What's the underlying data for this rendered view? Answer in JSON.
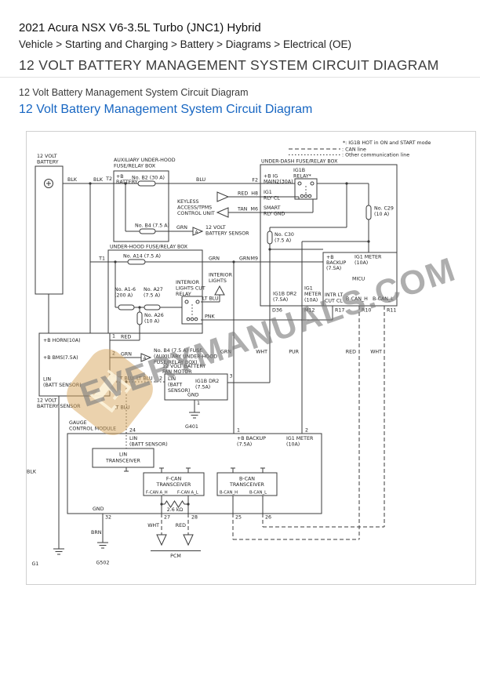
{
  "header": {
    "title": "2021 Acura NSX V6-3.5L Turbo (JNC1) Hybrid",
    "breadcrumb": "Vehicle > Starting and Charging > Battery > Diagrams > Electrical (OE)",
    "heading": "12 VOLT BATTERY MANAGEMENT SYSTEM CIRCUIT DIAGRAM",
    "subtitle": "12 Volt Battery Management System Circuit Diagram",
    "section_link": "12 Volt Battery Management System Circuit Diagram"
  },
  "legend": {
    "note": "*: IG1B HOT in ON and START mode",
    "can": ": CAN line",
    "other": ": Other communication line"
  },
  "watermark": {
    "text": "EVERYMANUALS.COM",
    "logo_letter": "E"
  },
  "labels": {
    "batt_l1": "12 VOLT",
    "batt_l2": "BATTERY",
    "blk": "BLK",
    "t2": "T2",
    "t1": "T1",
    "aux_l1": "AUXILIARY UNDER-HOOD",
    "aux_l2": "FUSE/RELAY BOX",
    "plus_b": "+B",
    "battery": "BATTERY",
    "b2": "No. B2 (30 A)",
    "b4": "No. B4 (7.5 A)",
    "blu": "BLU",
    "grn": "GRN",
    "red": "RED",
    "tan": "TAN",
    "wht": "WHT",
    "pur": "PUR",
    "pnk": "PNK",
    "lt_blu": "LT BLU",
    "brn": "BRN",
    "keyless_l1": "KEYLESS",
    "keyless_l2": "ACCESS/TPMS",
    "keyless_l3": "CONTROL UNIT",
    "conn_a": "A",
    "sens_ref_l1": "12 VOLT",
    "sens_ref_l2": "BATTERY SENSOR",
    "udash": "UNDER-DASH FUSE/RELAY BOX",
    "f2": "F2",
    "h8": "H8",
    "m6": "M6",
    "m9": "M9",
    "big_l1": "+B IG",
    "big_l2": "MAIN2(30A)",
    "rlycl_l1": "IG1",
    "rlycl_l2": "RLY CL",
    "smart_l1": "SMART",
    "smart_l2": "RLY GND",
    "relay_l1": "IG1B",
    "relay_l2": "RELAY*",
    "c29_l1": "No. C29",
    "c29_l2": "(10 A)",
    "c30_l1": "No. C30",
    "c30_l2": "(7.5 A)",
    "uhood": "UNDER-HOOD FUSE/RELAY BOX",
    "a14": "No. A14 (7.5 A)",
    "a16_l1": "No. A1-6",
    "a16_l2": "(200 A)",
    "a27_l1": "No. A27",
    "a27_l2": "(7.5 A)",
    "a26_l1": "No. A26",
    "a26_l2": "(10 A)",
    "ilights_l1": "INTERIOR",
    "ilights_l2": "LIGHTS",
    "ilcr_l1": "INTERIOR",
    "ilcr_l2": "LIGHTS CUT",
    "ilcr_l3": "RELAY",
    "bbackup_l1": "+B",
    "bbackup_l2": "BACKUP",
    "bbackup_l3": "(7.5A)",
    "ig1meter_l1": "IG1 METER",
    "ig1meter_l2": "(10A)",
    "micu": "MICU",
    "bcan_h": "B-CAN_H",
    "bcan_l": "B-CAN_L",
    "ig1bdr2_l1": "IG1B DR2",
    "ig1bdr2_l2": "(7.5A)",
    "ig1m_l1": "IG1",
    "ig1m_l2": "METER",
    "ig1m_l3": "(10A)",
    "intr_l1": "INTR LT",
    "intr_l2": "CUT CL",
    "d36": "D36",
    "m12": "M12",
    "r17": "R17",
    "r10": "R10",
    "r11": "R11",
    "horn": "+B HORN(10A)",
    "bms": "+B BMS(7.5A)",
    "lin": "LIN",
    "lin_batt": "(BATT SENSOR)",
    "p1": "1",
    "p2": "2",
    "p3": "3",
    "b4ref_l1": "No. B4 (7.5 A) FUSE",
    "b4ref_l2": "(AUXILIARY UNDER-HOOD",
    "b4ref_l3": "FUSE/RELAY BOX)",
    "fan_l1": "12 VOLT BATTERY",
    "fan_l2": "FAN MOTOR",
    "linb_l1": "LIN",
    "linb_l2": "(BATT",
    "linb_l3": "SENSOR)",
    "gnd": "GND",
    "g401": "G401",
    "g502": "G502",
    "g1": "G1",
    "sensor_l1": "12 VOLT",
    "sensor_l2": "BATTERY SENSOR",
    "gauge_l1": "GAUGE",
    "gauge_l2": "CONTROL MODULE",
    "p24": "24",
    "p25": "25",
    "p26": "26",
    "p27": "27",
    "p28": "28",
    "p32": "32",
    "bbk2_l1": "+B BACKUP",
    "bbk2_l2": "(7.5A)",
    "im2_l1": "IG1 METER",
    "im2_l2": "(10A)",
    "lintr_l1": "LIN",
    "lintr_l2": "TRANSCEIVER",
    "fcan_l1": "F-CAN",
    "fcan_l2": "TRANSCEIVER",
    "fcan_ah": "F-CAN A_H",
    "fcan_al": "F-CAN A_L",
    "bcant_l1": "B-CAN",
    "bcant_l2": "TRANSCEIVER",
    "res": "2.6 kΩ",
    "pcm": "PCM"
  }
}
